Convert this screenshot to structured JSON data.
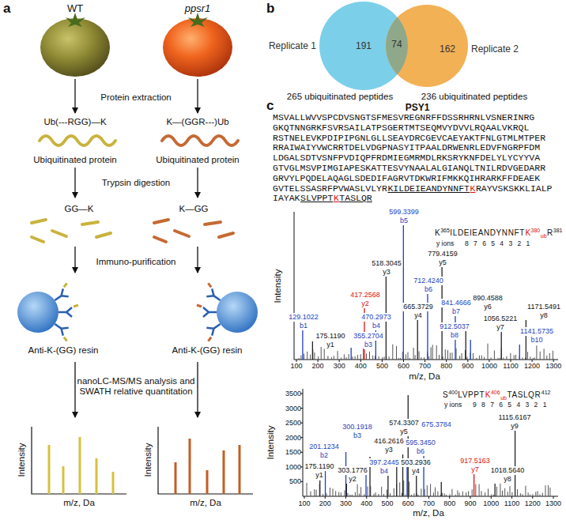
{
  "diagram": {
    "nodes": [
      {
        "text": [
          "Replicate 1",
          "191"
        ]
      },
      {
        "text": [
          "Replicate 2",
          "162"
        ]
      }
    ],
    "labels": [
      "a",
      "WT",
      "ppsr1",
      "Protein extraction",
      "Ub(---RGG)—K",
      "K—(GGR---)Ub",
      "Ubiquitinated protein",
      "Ubiquitinated protein",
      "Trypsin digestion",
      "GG—K",
      "K—GG",
      "Immuno-purification",
      "Anti-K-(GG) resin",
      "Anti-K-(GG) resin",
      "nanoLC-MS/MS analysis and SWATH relative quantitation",
      "Intensity",
      "m/z, Da",
      "Intensity",
      "m/z, Da",
      "b",
      "265 ubiquitinated peptides",
      "236 ubiquitinated peptides",
      "74",
      "c",
      "PSY1",
      "MSVALLWVVSPCDVSNGTSFMESVREGNRFFDSSRHRNLVSNERINRG",
      "GKQTNNGRKFSVRSAILATPSGERTMTSEQMVYDVVLRQAALVKRQL",
      "RSTNELEVKPDIPIPGNLGLLSEAYDRCGEVCAEYAKTFNLGTMLMTPER",
      "RRAIWAIYVWCRRTDELVDGPNASYITPAALDRWENRLEDVFNGRPFDM",
      "LDGALSDTVSNFPVDIQPFRDMIEGMRMDLRKSRYKNFDELYLYCYYVA",
      "GTVGLMSVPIMGIAPESKATTESVYNAALALGIANQLTNILRDVGEDARR",
      "GRVYLPQDELAQAGLSDEDIFAGRVTDKWRIFMKKQIHRARKFFDEAEK",
      "GVTELSSASRFPVWASLVLYR",
      "KILDEIEANDYNNFT",
      "K",
      "RAYVSKSKKLIALP",
      "IAYAK",
      "SLVPPT",
      "K",
      "TASLQR",
      "Intensity",
      "100",
      "200",
      "300",
      "400",
      "500",
      "600",
      "700",
      "800",
      "900",
      "1000",
      "1100",
      "1200",
      "1300",
      "m/z, Da",
      "129.1022",
      "b1",
      "175.1190",
      "y1",
      "355.2704",
      "b3",
      "417.2568",
      "y2",
      "470.2973",
      "b4",
      "518.3045",
      "y3",
      "599.3399",
      "b5",
      "665.3729",
      "y4",
      "712.4240",
      "b6",
      "779.4159",
      "y5",
      "841.4666",
      "b7",
      "890.4588",
      "y6",
      "912.5037",
      "b8",
      "1056.5221",
      "y7",
      "1141.5735",
      "b10",
      "1171.5491",
      "y8",
      "K",
      "365",
      "ILDEIEANDYNNFT",
      "K",
      "380",
      "ub",
      "R",
      "381",
      "y ions",
      "8 7 6 5 4 3 2 1",
      "Intensity",
      "500",
      "1000",
      "1500",
      "2000",
      "2500",
      "3000",
      "3500",
      "100",
      "200",
      "300",
      "400",
      "500",
      "600",
      "700",
      "800",
      "900",
      "1000",
      "1100",
      "1200",
      "1300",
      "m/z, Da",
      "175.1190",
      "y1",
      "201.1234",
      "b2",
      "300.1918",
      "b3",
      "303.1776",
      "y2",
      "397.2445",
      "b4",
      "416.2616",
      "y3",
      "503.2936",
      "y4",
      "574.3307",
      "y5",
      "595.3450",
      "b6",
      "675.3784",
      "917.5163",
      "y7",
      "1018.5640",
      "y8",
      "1115.6167",
      "y9",
      "S",
      "400",
      "LVPPT",
      "K",
      "406",
      "ub",
      "TASLQR",
      "412",
      "y ions",
      "9 8 7 6 5 4 3 2 1"
    ]
  }
}
